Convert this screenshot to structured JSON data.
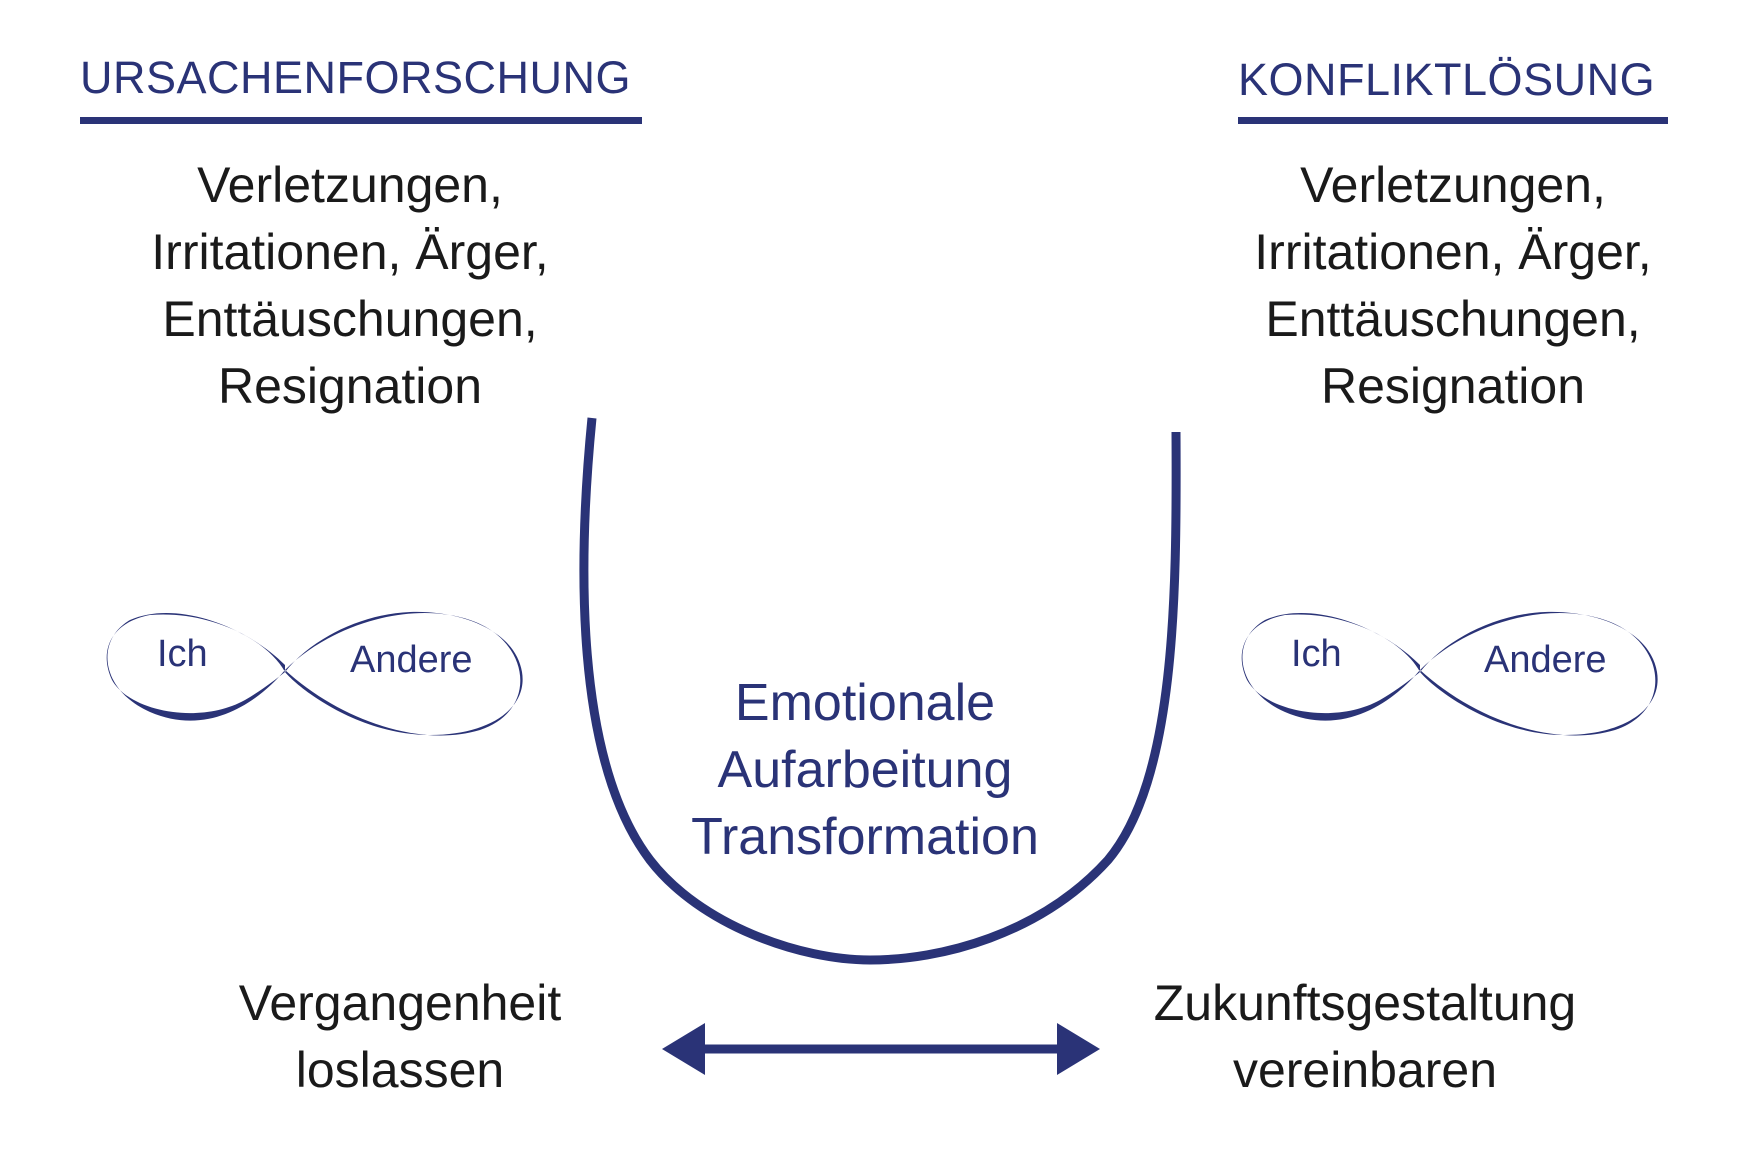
{
  "left": {
    "heading": "URSACHENFORSCHUNG",
    "lines": [
      "Verletzungen,",
      "Irritationen, Ärger,",
      "Enttäuschungen,",
      "Resignation"
    ],
    "infinity": {
      "left_label": "Ich",
      "right_label": "Andere"
    },
    "bottom_lines": [
      "Vergangenheit",
      "loslassen"
    ]
  },
  "right": {
    "heading": "KONFLIKTLÖSUNG",
    "lines": [
      "Verletzungen,",
      "Irritationen, Ärger,",
      "Enttäuschungen,",
      "Resignation"
    ],
    "infinity": {
      "left_label": "Ich",
      "right_label": "Andere"
    },
    "bottom_lines": [
      "Zukunftsgestaltung",
      "vereinbaren"
    ]
  },
  "center": {
    "lines": [
      "Emotionale",
      "Aufarbeitung",
      "Transformation"
    ]
  },
  "colors": {
    "accent": "#2a3377",
    "text": "#1a1a1a",
    "background": "#ffffff"
  }
}
